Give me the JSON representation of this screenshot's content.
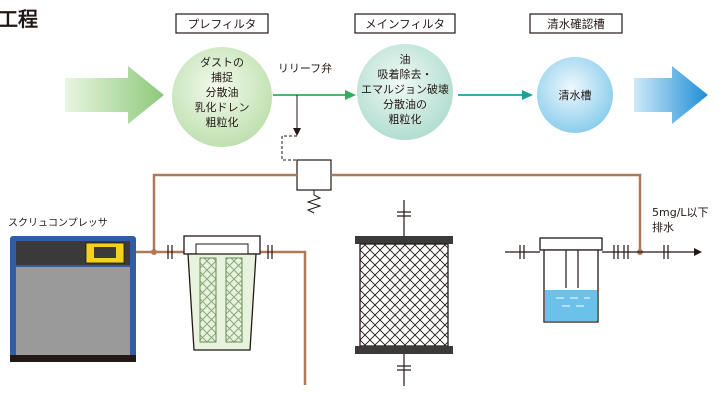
{
  "header": {
    "title_fragment": "工程"
  },
  "stages": [
    {
      "name": "プレフィルタ",
      "lines": [
        "ダストの",
        "捕捉",
        "分散油",
        "乳化ドレン",
        "粗粒化"
      ]
    },
    {
      "name": "メインフィルタ",
      "lines": [
        "油",
        "吸着除去・",
        "エマルジョン破壊",
        "分散油の",
        "粗粒化"
      ]
    },
    {
      "name": "清水確認槽",
      "lines": [
        "清水槽"
      ]
    }
  ],
  "relief_valve": {
    "label": "リリーフ弁"
  },
  "compressor": {
    "label": "スクリュコンプレッサ"
  },
  "discharge": {
    "line1": "5mg/L以下",
    "line2": "排水"
  },
  "colors": {
    "stage_box_border": "#231815",
    "prefilter_circle": "#c8e6b9",
    "mainfilter_circle": "#bfe3d7",
    "clearwater_circle": "#9fd6ee",
    "flow_arrow_green": "#3aaa5c",
    "flow_arrow_teal": "#19a39a",
    "pipe": "#b07a5a",
    "compressor_frame": "#2f5da8",
    "compressor_accent": "#f2d21b"
  }
}
